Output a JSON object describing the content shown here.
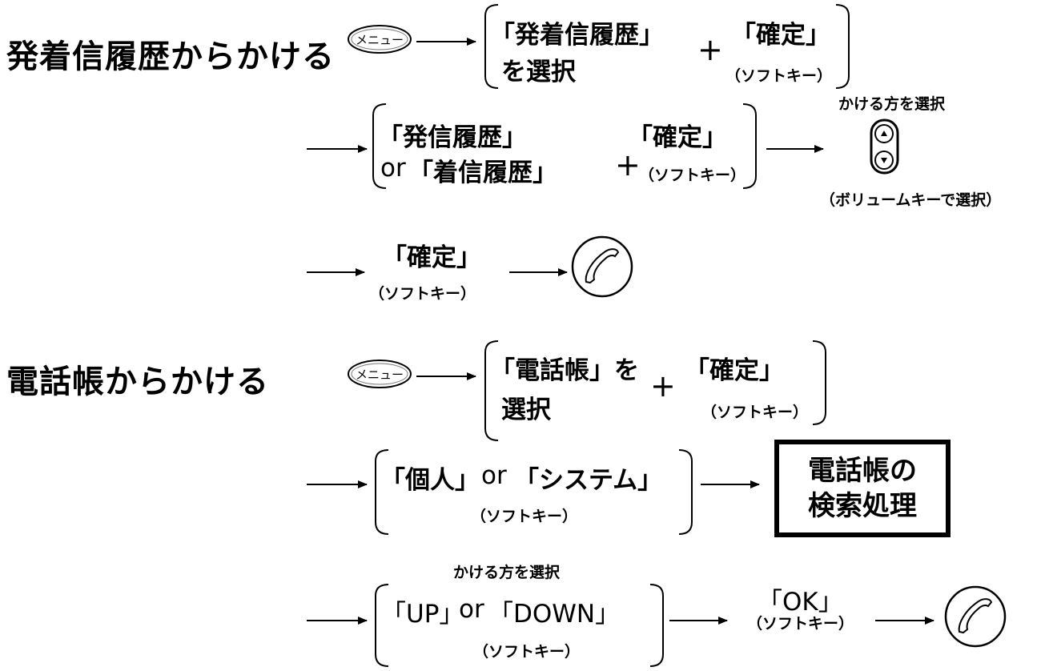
{
  "section1": {
    "title": "発着信履歴からかける",
    "menu_key_label": "メニュー",
    "step1": {
      "line1": "「発着信履歴」",
      "line2": "を選択",
      "plus": "+",
      "confirm": "「確定」",
      "note": "（ソフトキー）"
    },
    "step2": {
      "line1": "「発信履歴」",
      "or": "or",
      "line2": "「着信履歴」",
      "plus": "+",
      "confirm": "「確定」",
      "note": "（ソフトキー）"
    },
    "select_caption": "かける方を選択",
    "volume_note": "（ボリュームキーで選択）",
    "step3": {
      "confirm": "「確定」",
      "note": "（ソフトキー）"
    }
  },
  "section2": {
    "title": "電話帳からかける",
    "menu_key_label": "メニュー",
    "step1": {
      "line1": "「電話帳」を",
      "line2": "選択",
      "plus": "+",
      "confirm": "「確定」",
      "note": "（ソフトキー）"
    },
    "step2": {
      "opt1": "「個人」",
      "or": "or",
      "opt2": "「システム」",
      "note": "（ソフトキー）"
    },
    "search_box": {
      "line1": "電話帳の",
      "line2": "検索処理"
    },
    "select_caption": "かける方を選択",
    "step3": {
      "opt1": "「UP」",
      "or": "or",
      "opt2": "「DOWN」",
      "note": "（ソフトキー）"
    },
    "step4": {
      "ok": "「OK」",
      "note": "（ソフトキー）"
    }
  }
}
